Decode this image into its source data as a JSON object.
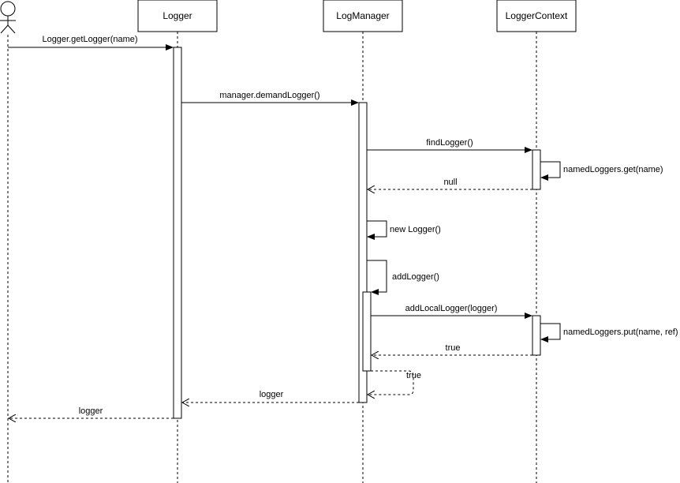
{
  "participants": {
    "logger": "Logger",
    "logmanager": "LogManager",
    "loggercontext": "LoggerContext"
  },
  "messages": {
    "m1": "Logger.getLogger(name)",
    "m2": "manager.demandLogger()",
    "m3": "findLogger()",
    "m4": "namedLoggers.get(name)",
    "m5": "null",
    "m6": "new Logger()",
    "m7": "addLogger()",
    "m8": "addLocalLogger(logger)",
    "m9": "namedLoggers.put(name, ref)",
    "m10": "true",
    "m11": "true",
    "m12": "logger",
    "m13": "logger"
  }
}
